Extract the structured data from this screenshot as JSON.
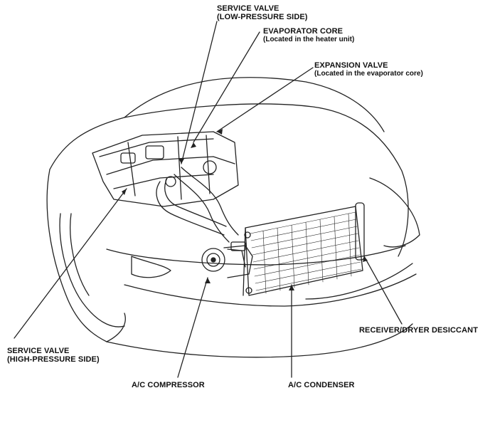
{
  "labels": {
    "service_valve_low": {
      "line1": "SERVICE VALVE",
      "line2": "(LOW-PRESSURE SIDE)"
    },
    "evaporator_core": {
      "line1": "EVAPORATOR CORE",
      "line2": "(Located in the heater unit)"
    },
    "expansion_valve": {
      "line1": "EXPANSION VALVE",
      "line2": "(Located in the evaporator core)"
    },
    "service_valve_high": {
      "line1": "SERVICE VALVE",
      "line2": "(HIGH-PRESSURE SIDE)"
    },
    "ac_compressor": "A/C COMPRESSOR",
    "ac_condenser": "A/C CONDENSER",
    "receiver_dryer": "RECEIVER/DRYER DESICCANT"
  }
}
